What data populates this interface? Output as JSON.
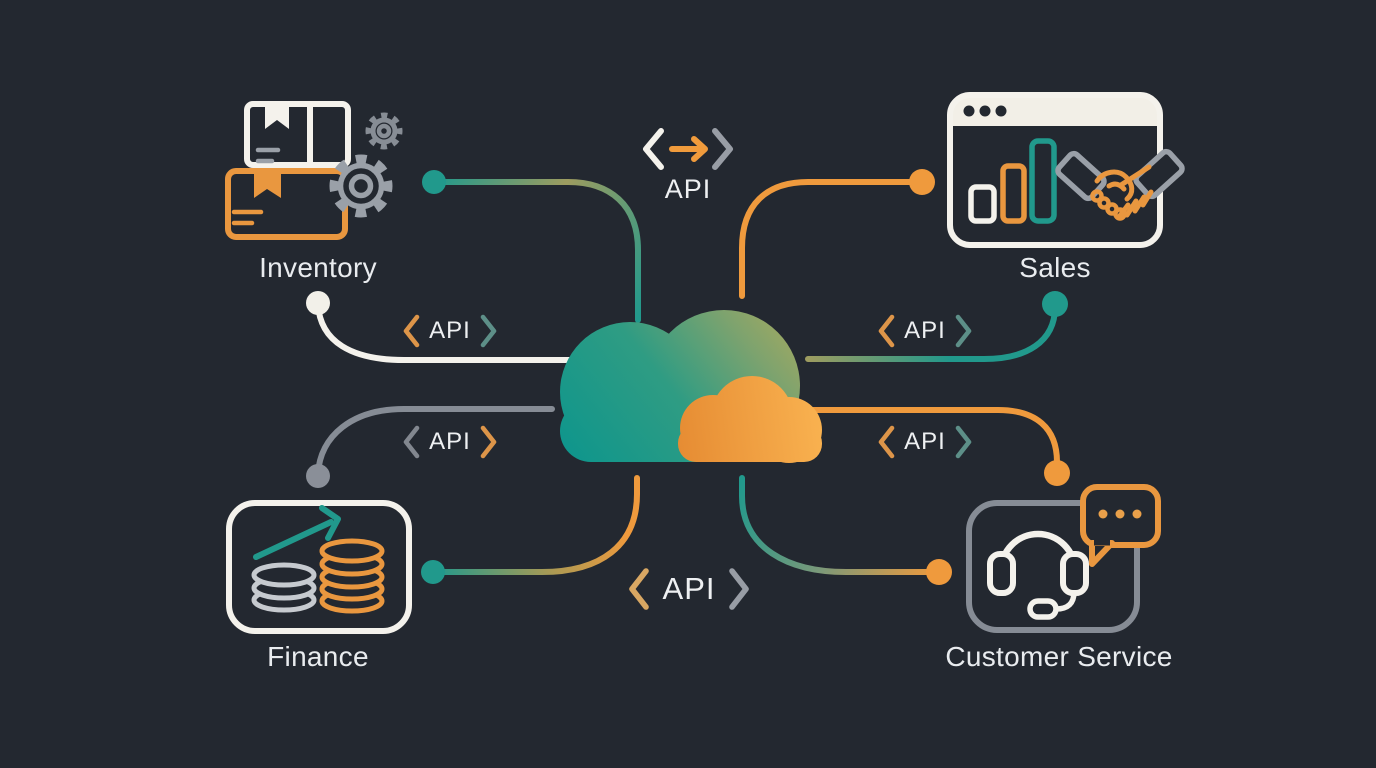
{
  "hub": {
    "type": "cloud",
    "description": "central cloud hub"
  },
  "nodes": [
    {
      "id": "inventory",
      "label": "Inventory"
    },
    {
      "id": "sales",
      "label": "Sales"
    },
    {
      "id": "finance",
      "label": "Finance"
    },
    {
      "id": "customer-service",
      "label": "Customer Service"
    }
  ],
  "api_labels": {
    "top": "API",
    "left_upper": "API",
    "left_lower": "API",
    "right_upper": "API",
    "right_lower": "API",
    "bottom": "API"
  },
  "colors": {
    "background": "#232830",
    "teal": "#21998c",
    "olive": "#a3a05e",
    "orange": "#ef9a3d",
    "white": "#f4f2ec",
    "gray": "#8a8f98",
    "cream_titlebar": "#f2efe7",
    "text": "#e9ecef"
  }
}
